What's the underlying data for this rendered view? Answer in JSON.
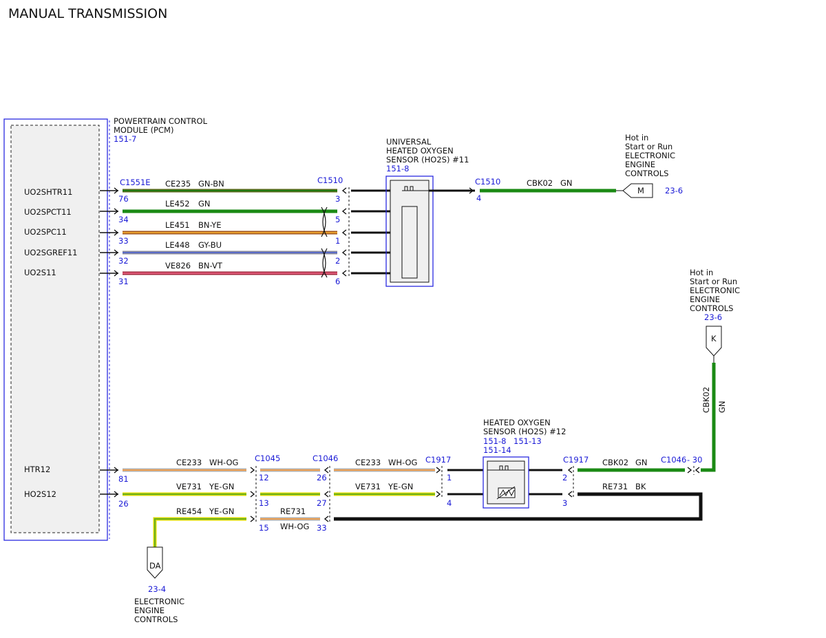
{
  "title": "MANUAL TRANSMISSION",
  "pcm": {
    "label_lines": [
      "POWERTRAIN CONTROL",
      "MODULE (PCM)"
    ],
    "ref": "151-7",
    "connector": "C1551E",
    "pins": [
      {
        "signal": "UO2SHTR11",
        "pin": "76"
      },
      {
        "signal": "UO2SPCT11",
        "pin": "34"
      },
      {
        "signal": "UO2SPC11",
        "pin": "33"
      },
      {
        "signal": "UO2SGREF11",
        "pin": "32"
      },
      {
        "signal": "UO2S11",
        "pin": "31"
      },
      {
        "signal": "HTR12",
        "pin": "81"
      },
      {
        "signal": "HO2S12",
        "pin": "26"
      }
    ]
  },
  "upper_circuits": [
    {
      "circuit": "CE235",
      "color": "GN-BN",
      "c1510_pin": "3"
    },
    {
      "circuit": "LE452",
      "color": "GN",
      "c1510_pin": "5"
    },
    {
      "circuit": "LE451",
      "color": "BN-YE",
      "c1510_pin": "1"
    },
    {
      "circuit": "LE448",
      "color": "GY-BU",
      "c1510_pin": "2"
    },
    {
      "circuit": "VE826",
      "color": "BN-VT",
      "c1510_pin": "6"
    }
  ],
  "c1510": {
    "name": "C1510",
    "right_pin": "4"
  },
  "ho2s11": {
    "label_lines": [
      "UNIVERSAL",
      "HEATED OXYGEN",
      "SENSOR (HO2S) #11"
    ],
    "ref": "151-8"
  },
  "cbk02_top": {
    "circuit": "CBK02",
    "color": "GN"
  },
  "flag_m": {
    "letter": "M",
    "ref": "23-6",
    "label_lines": [
      "Hot in",
      "Start or Run",
      "ELECTRONIC",
      "ENGINE",
      "CONTROLS"
    ]
  },
  "flag_k": {
    "letter": "K",
    "ref": "23-6",
    "label_lines": [
      "Hot in",
      "Start or Run",
      "ELECTRONIC",
      "ENGINE",
      "CONTROLS"
    ]
  },
  "cbk02_vertical": {
    "circuit": "CBK02",
    "color": "GN"
  },
  "lower": {
    "c1045": "C1045",
    "c1046": "C1046",
    "c1917": "C1917",
    "htr_left": {
      "circuit": "CE233",
      "color": "WH-OG"
    },
    "htr_mid": {
      "circuit": "CE233",
      "color": "WH-OG"
    },
    "ho2s_left": {
      "circuit": "VE731",
      "color": "YE-GN"
    },
    "ho2s_mid": {
      "circuit": "VE731",
      "color": "YE-GN"
    },
    "re454": {
      "circuit": "RE454",
      "color": "YE-GN"
    },
    "re731_mid": {
      "circuit": "RE731",
      "color": "WH-OG"
    },
    "c1045_pins": [
      "12",
      "13",
      "15"
    ],
    "c1046_pins": [
      "26",
      "27",
      "33"
    ],
    "c1917_left_pins": [
      "1",
      "4"
    ],
    "c1917_right_pins": [
      "2",
      "3"
    ],
    "cbk02_right": {
      "circuit": "CBK02",
      "color": "GN"
    },
    "re731_right": {
      "circuit": "RE731",
      "color": "BK"
    },
    "c1046_right": "C1046",
    "c1046_right_pin": "- 30"
  },
  "ho2s12": {
    "label_lines": [
      "HEATED OXYGEN",
      "SENSOR (HO2S) #12"
    ],
    "refs": [
      "151-8",
      "151-13",
      "151-14"
    ]
  },
  "flag_da": {
    "letter": "DA",
    "ref": "23-4",
    "label_lines": [
      "ELECTRONIC",
      "ENGINE",
      "CONTROLS"
    ]
  }
}
